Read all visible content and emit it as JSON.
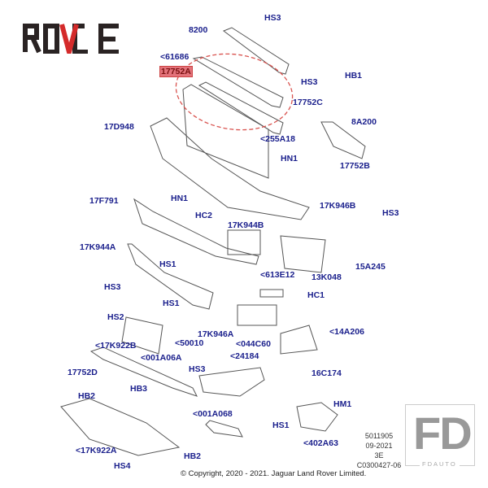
{
  "brand_logo": "ROVCE",
  "watermark": {
    "logo": "FD",
    "text": "FDAUTO"
  },
  "labels": [
    "HS3",
    "8200",
    "<61686",
    "17752A",
    "HS3",
    "HB1",
    "17752C",
    "8A200",
    "17D948",
    "<255A18",
    "HN1",
    "17752B",
    "17F791",
    "HN1",
    "HC2",
    "17K944B",
    "17K946B",
    "HS3",
    "17K944A",
    "HS1",
    "<613E12",
    "13K048",
    "15A245",
    "HS3",
    "HS1",
    "HC1",
    "HS2",
    "17K946A",
    "<14A206",
    "<50010",
    "<044C60",
    "<17K922B",
    "<001A06A",
    "<24184",
    "17752D",
    "HS3",
    "16C174",
    "HB3",
    "HB2",
    "HM1",
    "<001A068",
    "HS1",
    "<402A63",
    "<17K922A",
    "HB2",
    "HS4"
  ],
  "highlighted_label": "17752A",
  "drawing_info": [
    "5011905",
    "09-2021",
    "3E",
    "C0300427-06"
  ],
  "copyright": "© Copyright, 2020 - 2021. Jaguar Land Rover Limited.",
  "colors": {
    "label": "#1a1f8c",
    "highlight": "#e3727a",
    "dashed_circle": "#d9534f",
    "logo_red": "#d42a2a"
  }
}
